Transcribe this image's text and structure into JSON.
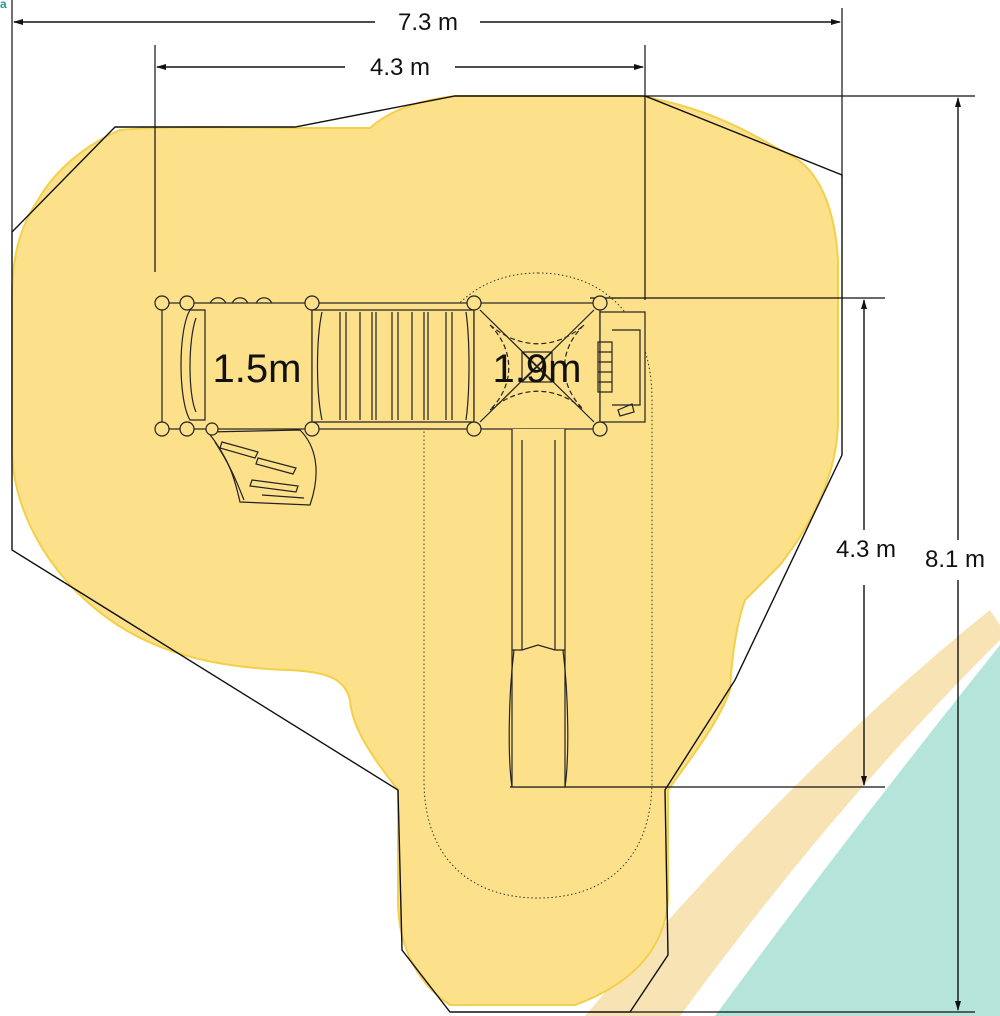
{
  "colors": {
    "safety_zone": "#fce08a",
    "safety_edge": "#f3d049",
    "teal_band": "#b5e5da",
    "cream_band": "#f8e3b5",
    "line": "#111111",
    "corner_mark": "#2a9a95"
  },
  "corner_mark": "a",
  "dimensions": {
    "overall_width": "7.3 m",
    "structure_width": "4.3 m",
    "structure_depth": "4.3 m",
    "overall_depth": "8.1 m"
  },
  "platforms": {
    "left_deck_height": "1.5m",
    "right_deck_height": "1.9m"
  }
}
